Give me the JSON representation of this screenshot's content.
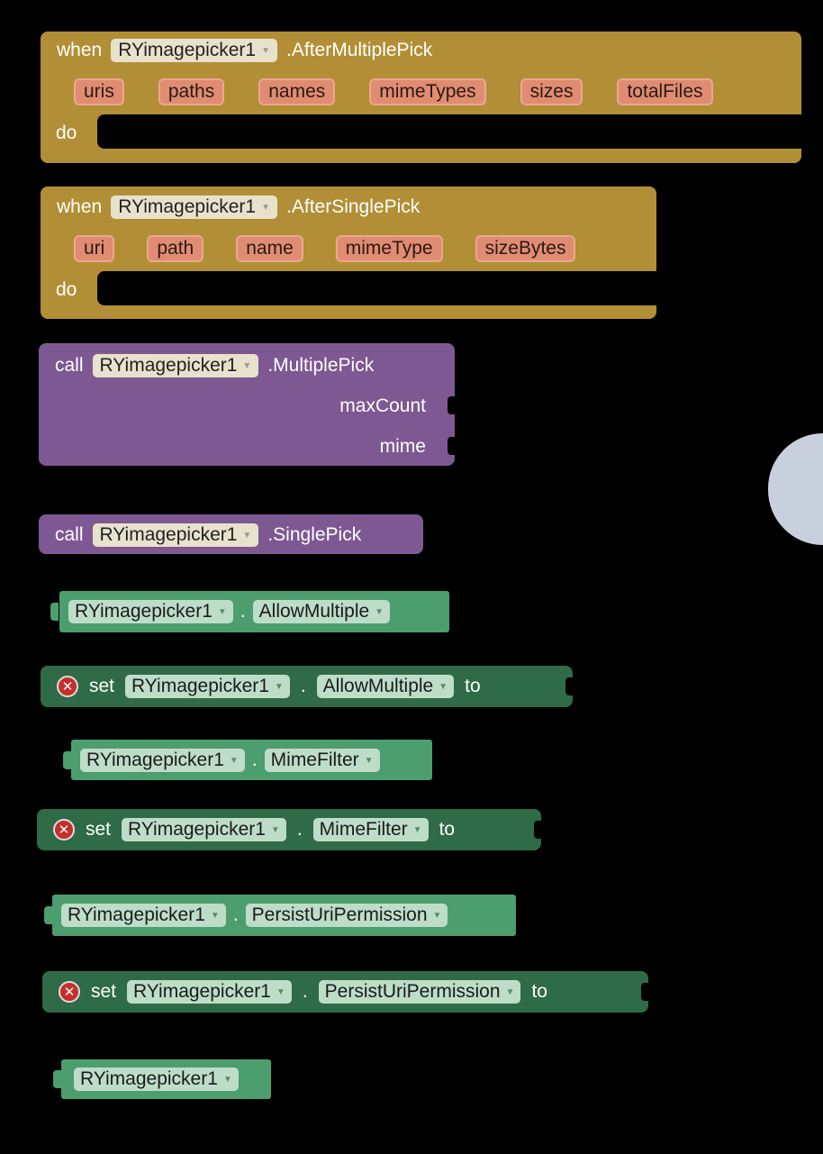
{
  "component": "RYimagepicker1",
  "events": [
    {
      "when": "when",
      "event": ".AfterMultiplePick",
      "params": [
        "uris",
        "paths",
        "names",
        "mimeTypes",
        "sizes",
        "totalFiles"
      ],
      "do": "do"
    },
    {
      "when": "when",
      "event": ".AfterSinglePick",
      "params": [
        "uri",
        "path",
        "name",
        "mimeType",
        "sizeBytes"
      ],
      "do": "do"
    }
  ],
  "calls": [
    {
      "call": "call",
      "method": ".MultiplePick",
      "args": [
        "maxCount",
        "mime"
      ]
    },
    {
      "call": "call",
      "method": ".SinglePick"
    }
  ],
  "props": {
    "dot": ".",
    "set": "set",
    "to": "to",
    "allow": "AllowMultiple",
    "mime": "MimeFilter",
    "persist": "PersistUriPermission"
  },
  "colors": {
    "event": "#B28F36",
    "param": "#E08C72",
    "call": "#7E5893",
    "getter": "#4C9E6F",
    "setter": "#2F6B46",
    "circle": "#C9D0DD"
  }
}
